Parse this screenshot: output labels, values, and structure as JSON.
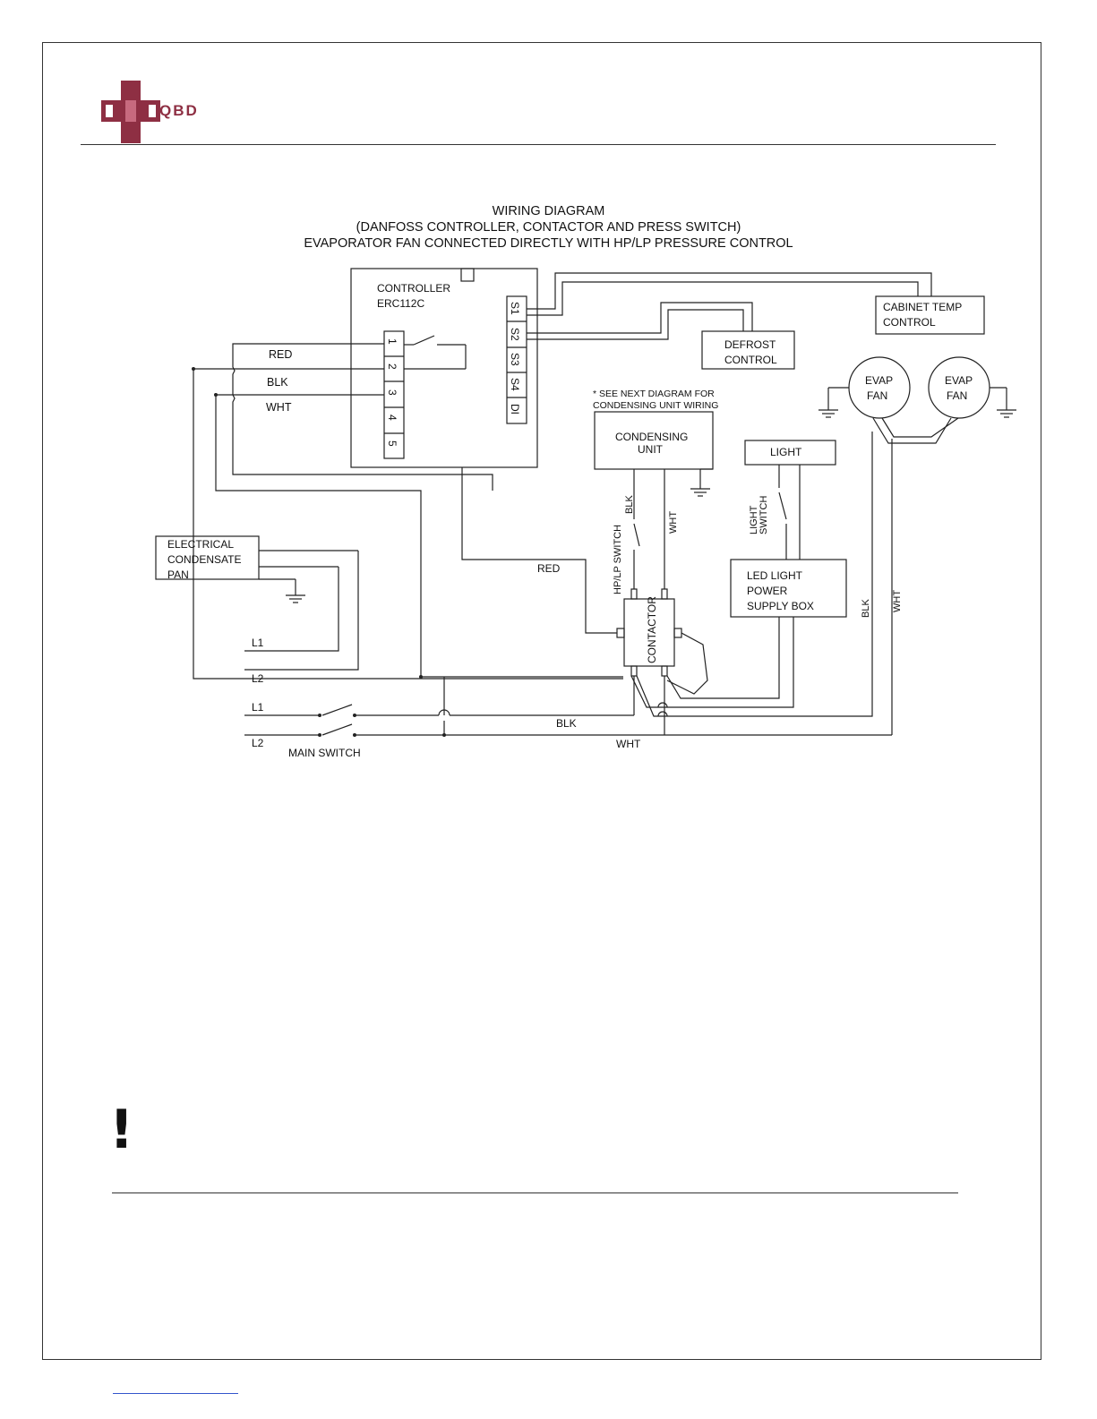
{
  "header": {
    "logo_text": "QBD"
  },
  "diagram": {
    "title_lines": [
      "WIRING DIAGRAM",
      "(DANFOSS CONTROLLER, CONTACTOR AND PRESS SWITCH)",
      "EVAPORATOR FAN CONNECTED DIRECTLY WITH HP/LP PRESSURE CONTROL"
    ],
    "controller": {
      "line1": "CONTROLLER",
      "line2": "ERC112C",
      "terminals": [
        "1",
        "2",
        "3",
        "4",
        "5"
      ],
      "sensor_terminals": [
        "S1",
        "S2",
        "S3",
        "S4",
        "DI"
      ]
    },
    "cabinet_temp": {
      "line1": "CABINET TEMP",
      "line2": "CONTROL"
    },
    "defrost": {
      "line1": "DEFROST",
      "line2": "CONTROL"
    },
    "evap_fan_1": {
      "line1": "EVAP",
      "line2": "FAN"
    },
    "evap_fan_2": {
      "line1": "EVAP",
      "line2": "FAN"
    },
    "note": {
      "line1": "* SEE NEXT DIAGRAM FOR",
      "line2": "CONDENSING UNIT WIRING"
    },
    "condensing_unit": {
      "line1": "CONDENSING",
      "line2": "UNIT"
    },
    "light": {
      "label": "LIGHT"
    },
    "light_switch": {
      "line1": "LIGHT",
      "line2": "SWITCH"
    },
    "led_box": {
      "line1": "LED LIGHT",
      "line2": "POWER",
      "line3": "SUPPLY BOX"
    },
    "contactor": {
      "label": "CONTACTOR"
    },
    "hp_lp_switch": {
      "label": "HP/LP SWITCH"
    },
    "condensate_pan": {
      "line1": "ELECTRICAL",
      "line2": "CONDENSATE",
      "line3": "PAN"
    },
    "main_switch": {
      "label": "MAIN SWITCH"
    },
    "wire_labels": {
      "red": "RED",
      "blk": "BLK",
      "wht": "WHT",
      "red_contactor": "RED",
      "blk_condensing": "BLK",
      "wht_condensing": "WHT",
      "blk_fan": "BLK",
      "wht_fan": "WHT",
      "blk_bottom": "BLK",
      "wht_bottom": "WHT",
      "l1_pan": "L1",
      "l2_pan": "L2",
      "l1_main": "L1",
      "l2_main": "L2"
    }
  }
}
